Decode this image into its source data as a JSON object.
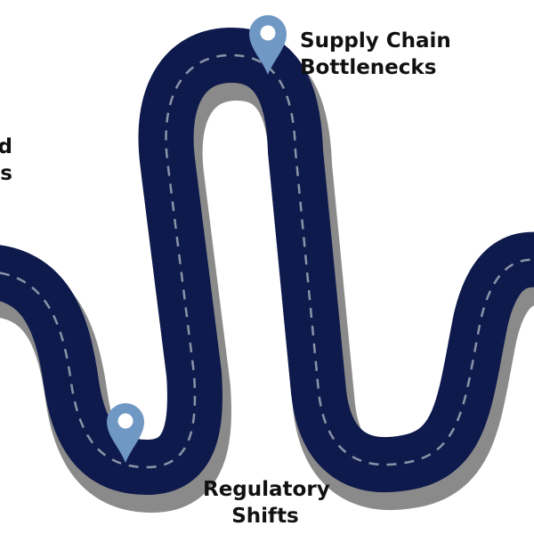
{
  "milestones": [
    {
      "id": "supply",
      "lines": [
        "Supply Chain",
        "Bottlenecks"
      ]
    },
    {
      "id": "regulatory",
      "lines": [
        "Regulatory",
        "Shifts"
      ]
    },
    {
      "id": "left-cut",
      "lines": [
        "d",
        "s"
      ]
    }
  ],
  "colors": {
    "road": "#0e1a4c",
    "road_shadow": "#8a8a8a",
    "dash": "#8a93a8",
    "pin": "#6f98c4",
    "pin_hole": "#ffffff",
    "background": "#ffffff"
  }
}
